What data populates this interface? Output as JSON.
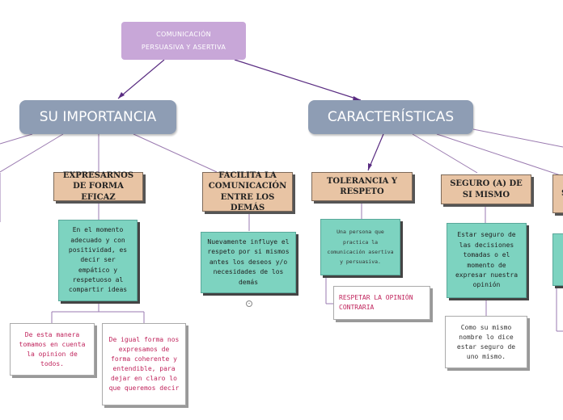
{
  "root": {
    "label": "COMUNICACIÓN PERSUASIVA Y ASERTIVA"
  },
  "branches": {
    "importancia": "SU IMPORTANCIA",
    "caracteristicas": "CARACTERÍSTICAS"
  },
  "subtopics": {
    "expresarnos": "EXPRESARNOS DE FORMA EFICAZ",
    "facilita": "FACILITA LA COMUNICACIÓN ENTRE LOS DEMÁS",
    "tolerancia": "TOLERANCIA Y RESPETO",
    "seguro": "SEGURO (A) DE SI MISMO",
    "partial_right": "S"
  },
  "notes": {
    "expresarnos_desc": "En el momento adecuado y con positividad, es decir ser empático y respetuoso al compartir ideas",
    "facilita_desc": "Nuevamente influye el respeto por si mismos antes los deseos y/o necesidades de los demás",
    "tolerancia_desc": "Una persona que practica la comunicación asertiva y persuasiva.",
    "respetar": "RESPETAR LA OPINIÓN CONTRARIA",
    "seguro_desc": "Estar seguro de las decisiones tomadas o el momento de expresar nuestra opinión",
    "como_si_mismo": "Como su mismo nombre lo dice estar seguro de uno mismo.",
    "de_esta_manera": "De esta manera tomamos en cuenta la opinion de todos.",
    "de_igual_forma": "De igual forma nos expresamos de forma coherente y entendible, para dejar en claro lo que queremos decir"
  },
  "collapse_glyph": "-",
  "colors": {
    "root_fill": "#c8a7d8",
    "main_fill": "#8e9db4",
    "sub_fill": "#e8c4a4",
    "note_fill": "#7dd3c0",
    "accent_text": "#c0245c",
    "connector": "#6b3a8c"
  }
}
